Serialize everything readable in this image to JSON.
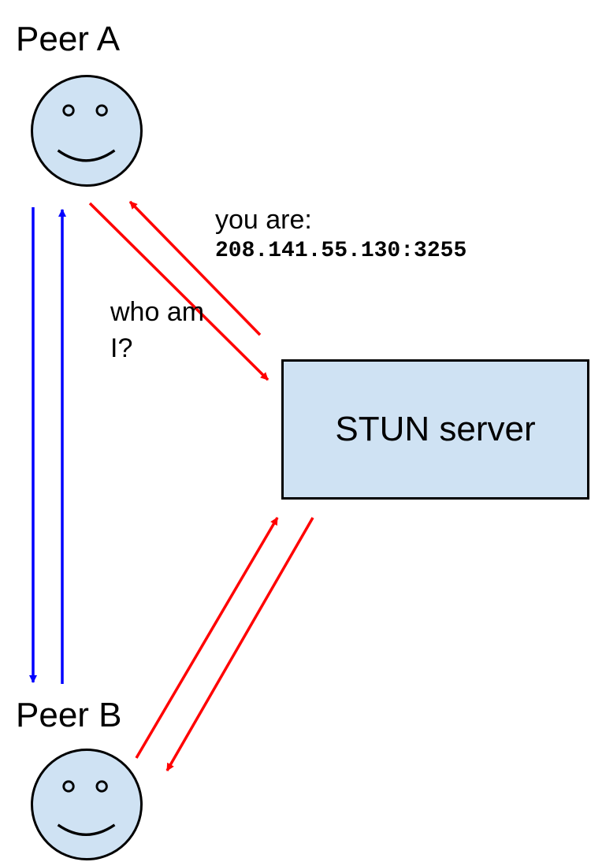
{
  "peers": {
    "a": {
      "label": "Peer A",
      "icon": "smiley-face-icon"
    },
    "b": {
      "label": "Peer B",
      "icon": "smiley-face-icon"
    }
  },
  "server": {
    "label": "STUN server"
  },
  "messages": {
    "request": {
      "text": "who am I?"
    },
    "response": {
      "label": "you are:",
      "address": "208.141.55.130:3255"
    }
  },
  "colors": {
    "face_fill": "#cfe2f3",
    "server_fill": "#cfe2f3",
    "stun_arrow": "#ff0000",
    "peer_arrow": "#0000ff",
    "outline": "#000000"
  }
}
